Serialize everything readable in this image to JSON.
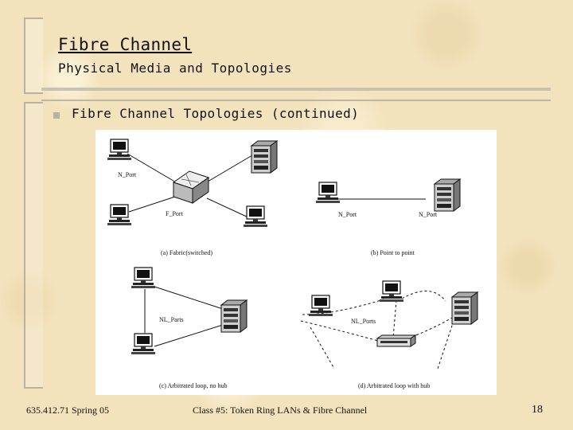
{
  "slide": {
    "title": "Fibre Channel",
    "subtitle": "Physical Media and Topologies",
    "bullet_text": "Fibre Channel Topologies (continued)"
  },
  "figure": {
    "label_n_port_a": "N_Port",
    "label_f_port": "F_Port",
    "caption_a": "(a) Fabric(switched)",
    "label_n_port_b1": "N_Port",
    "label_n_port_b2": "N_Port",
    "caption_b": "(b) Point to point",
    "label_nl_ports_c": "NL_Parts",
    "caption_c": "(c) Arbitrated loop, no hub",
    "label_nl_ports_d": "NL_Ports",
    "caption_d": "(d) Arbitrated loop with hub"
  },
  "footer": {
    "course": "635.412.71 Spring 05",
    "class": "Class #5:  Token Ring LANs & Fibre Channel",
    "page": "18"
  }
}
